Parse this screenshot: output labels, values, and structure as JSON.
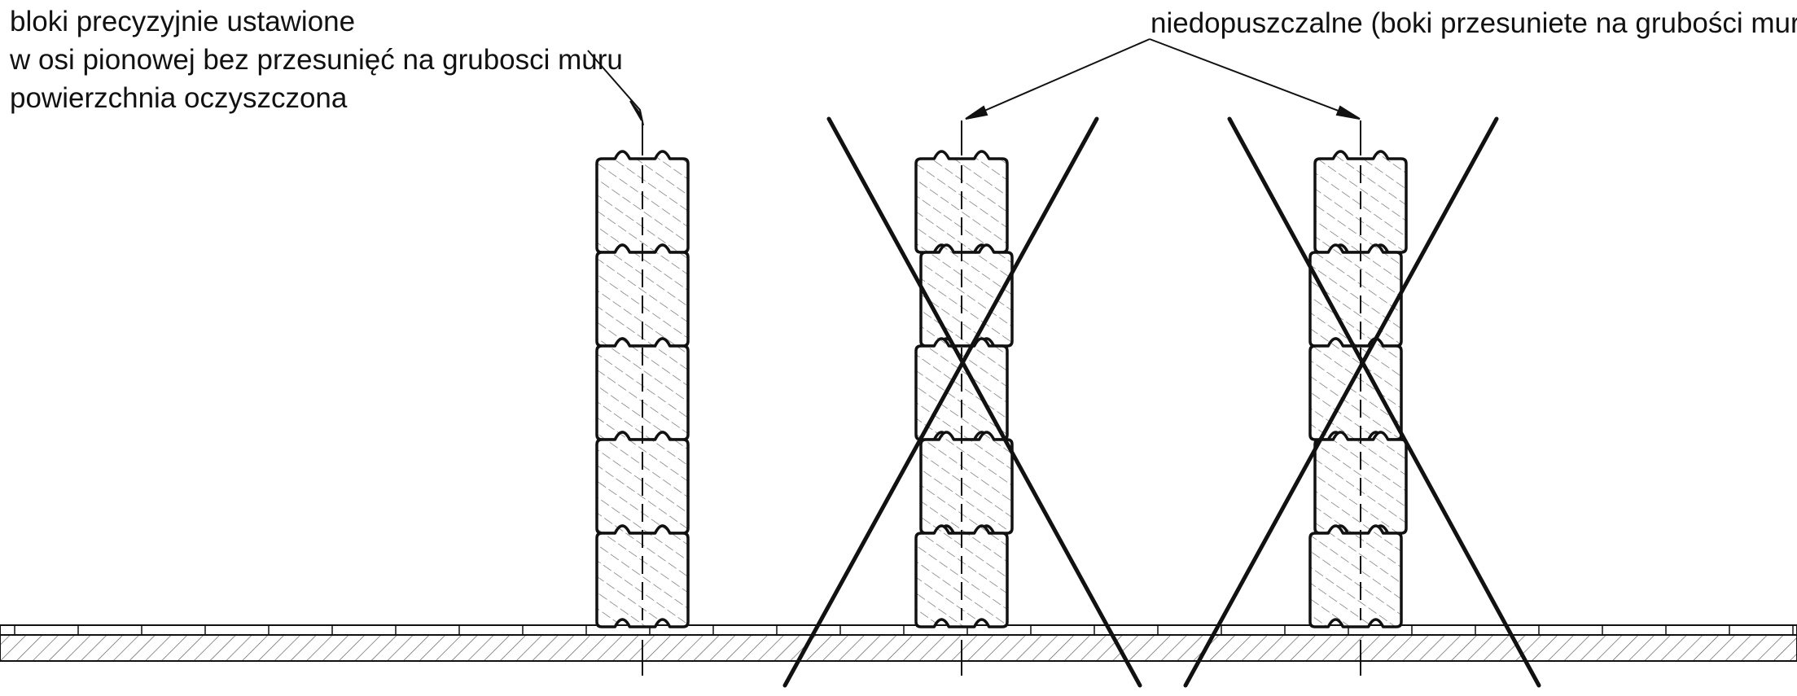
{
  "labels": {
    "correct_line1": "bloki precyzyjnie ustawione",
    "correct_line2": "w osi pionowej bez przesunięć na grubosci muru",
    "correct_line3": "powierzchnia oczyszczona",
    "incorrect": "niedopuszczalne (boki przesuniete na grubości muru)"
  },
  "columns": [
    {
      "id": "correct",
      "status": "acceptable",
      "block_offsets": [
        0,
        0,
        0,
        0,
        0
      ]
    },
    {
      "id": "incorrect-1",
      "status": "not-acceptable",
      "block_offsets": [
        0,
        1,
        0,
        1,
        0
      ]
    },
    {
      "id": "incorrect-2",
      "status": "not-acceptable",
      "block_offsets": [
        0,
        -1,
        -1,
        0,
        -1
      ]
    }
  ],
  "colors": {
    "line": "#111111",
    "hatch": "#555555",
    "block_fill": "#ffffff"
  }
}
